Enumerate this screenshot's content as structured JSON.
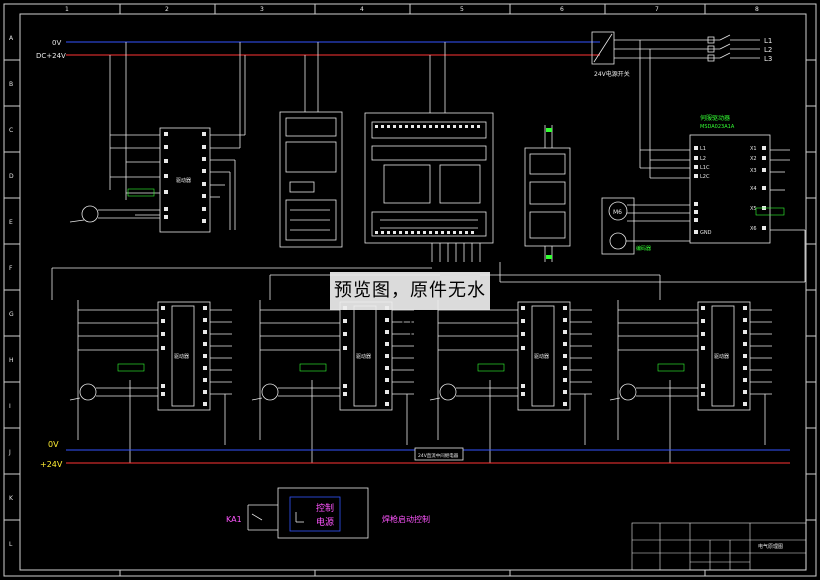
{
  "frame": {
    "col_numbers": [
      "1",
      "2",
      "3",
      "4",
      "5",
      "6",
      "7",
      "8"
    ],
    "row_letters": [
      "A",
      "B",
      "C",
      "D",
      "E",
      "F",
      "G",
      "H",
      "I",
      "J",
      "K",
      "L"
    ]
  },
  "rails": {
    "top_0v": "0V",
    "top_24v": "DC+24V",
    "bottom_0v": "0V",
    "bottom_24v": "+24V"
  },
  "power": {
    "phases": [
      "L1",
      "L2",
      "L3"
    ],
    "supply_label": "24V电源开关"
  },
  "servo": {
    "title": "伺服驱动器",
    "model": "MSDA023A1A",
    "pins_left": [
      "L1",
      "L2",
      "L1C",
      "L2C"
    ],
    "pins_right": [
      "X1",
      "X2",
      "X3",
      "X4",
      "X5",
      "X6"
    ],
    "motor": "M6",
    "encoder": "编码器",
    "gnd": "GND"
  },
  "stepper_top": {
    "title": "驱动器"
  },
  "steppers_bottom": [
    {
      "title": "驱动器"
    },
    {
      "title": "驱动器"
    },
    {
      "title": "驱动器"
    },
    {
      "title": "驱动器"
    }
  ],
  "relay_box": "24V直流中间继电器",
  "weld": {
    "contact": "KA1",
    "box_line1": "控制",
    "box_line2": "电源",
    "caption": "焊枪启动控制"
  },
  "title_block": {
    "drawing_name": "电气原理图"
  },
  "watermark": "预览图，原件无水印",
  "colors": {
    "background": "#000000",
    "rail_0v": "#3355ff",
    "rail_24v": "#ff3333",
    "wire": "#e8e8e8",
    "label_green": "#33ff33",
    "label_yellow": "#ffee33",
    "label_magenta": "#ff55ff"
  }
}
